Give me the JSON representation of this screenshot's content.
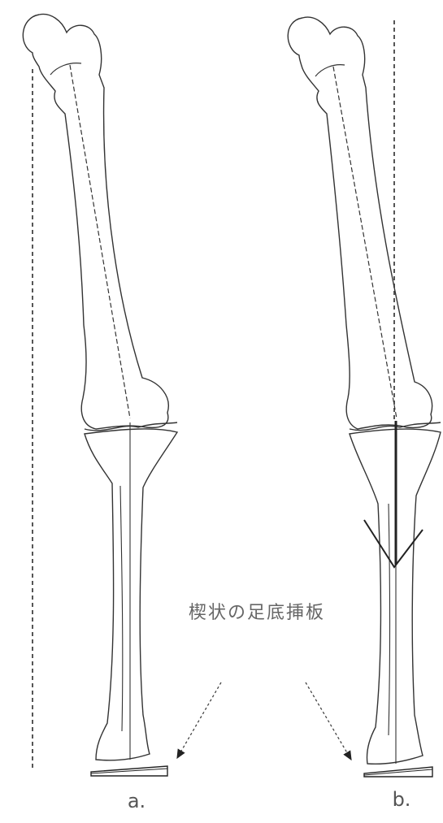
{
  "annotation": {
    "insole_label": "楔状の足底挿板",
    "panel_a_label": "a.",
    "panel_b_label": "b."
  },
  "colors": {
    "line": "#333333",
    "guide": "#444444",
    "label": "#666666"
  }
}
